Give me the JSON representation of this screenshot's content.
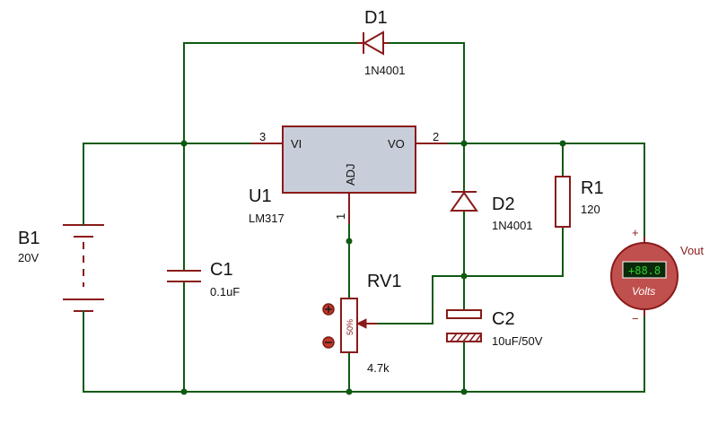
{
  "components": {
    "d1": {
      "ref": "D1",
      "value": "1N4001"
    },
    "d2": {
      "ref": "D2",
      "value": "1N4001"
    },
    "u1": {
      "ref": "U1",
      "value": "LM317",
      "pin_vi": "VI",
      "pin_vo": "VO",
      "pin_adj": "ADJ",
      "pin1": "1",
      "pin2": "2",
      "pin3": "3"
    },
    "b1": {
      "ref": "B1",
      "value": "20V"
    },
    "c1": {
      "ref": "C1",
      "value": "0.1uF"
    },
    "c2": {
      "ref": "C2",
      "value": "10uF/50V"
    },
    "r1": {
      "ref": "R1",
      "value": "120"
    },
    "rv1": {
      "ref": "RV1",
      "value": "4.7k",
      "wiper": "50%"
    },
    "voltmeter": {
      "label": "Vout",
      "reading": "+88.8",
      "units": "Volts",
      "plus": "+",
      "minus": "−"
    }
  },
  "colors": {
    "wire": "#0f5a12",
    "component": "#8a1a1a",
    "ic_body": "#c7ced9",
    "meter_display": "#0b2a0b",
    "meter_text": "#2bd12b"
  }
}
